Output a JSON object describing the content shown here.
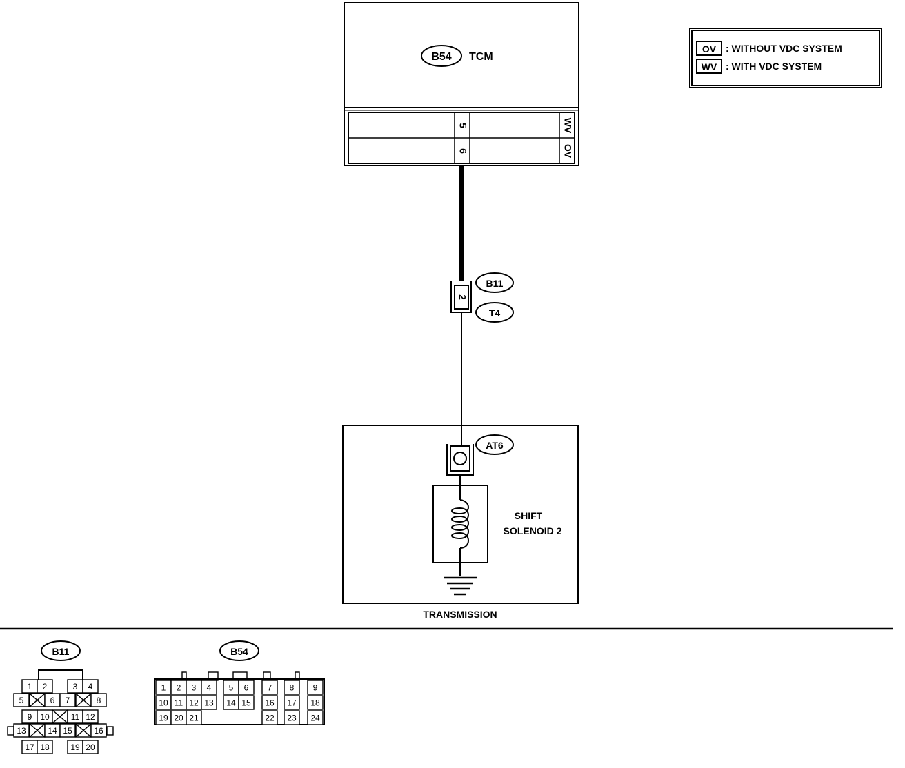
{
  "legend": {
    "items": [
      {
        "code": "OV",
        "text": ": WITHOUT VDC SYSTEM"
      },
      {
        "code": "WV",
        "text": ": WITH VDC SYSTEM"
      }
    ]
  },
  "tcm": {
    "connector": "B54",
    "label": "TCM",
    "rows": [
      {
        "pin": "5",
        "variant": "WV"
      },
      {
        "pin": "6",
        "variant": "OV"
      }
    ]
  },
  "joint_connector": {
    "pin": "2",
    "upper": "B11",
    "lower": "T4"
  },
  "transmission": {
    "label": "TRANSMISSION",
    "connector": "AT6",
    "solenoid_line1": "SHIFT",
    "solenoid_line2": "SOLENOID 2"
  },
  "connector_views": {
    "b11": {
      "name": "B11",
      "rows": [
        [
          "1",
          "2",
          "",
          "3",
          "4"
        ],
        [
          "5",
          "X",
          "6",
          "7",
          "X",
          "8"
        ],
        [
          "9",
          "10",
          "X",
          "11",
          "12"
        ],
        [
          "13",
          "X",
          "14",
          "15",
          "X",
          "16"
        ],
        [
          "17",
          "18",
          "",
          "19",
          "20"
        ]
      ]
    },
    "b54": {
      "name": "B54",
      "rows": [
        [
          "1",
          "2",
          "3",
          "4",
          "5",
          "6",
          "7",
          "8",
          "9"
        ],
        [
          "10",
          "11",
          "12",
          "13",
          "14",
          "15",
          "16",
          "17",
          "18"
        ],
        [
          "19",
          "20",
          "21",
          "22",
          "23",
          "24"
        ]
      ]
    }
  }
}
